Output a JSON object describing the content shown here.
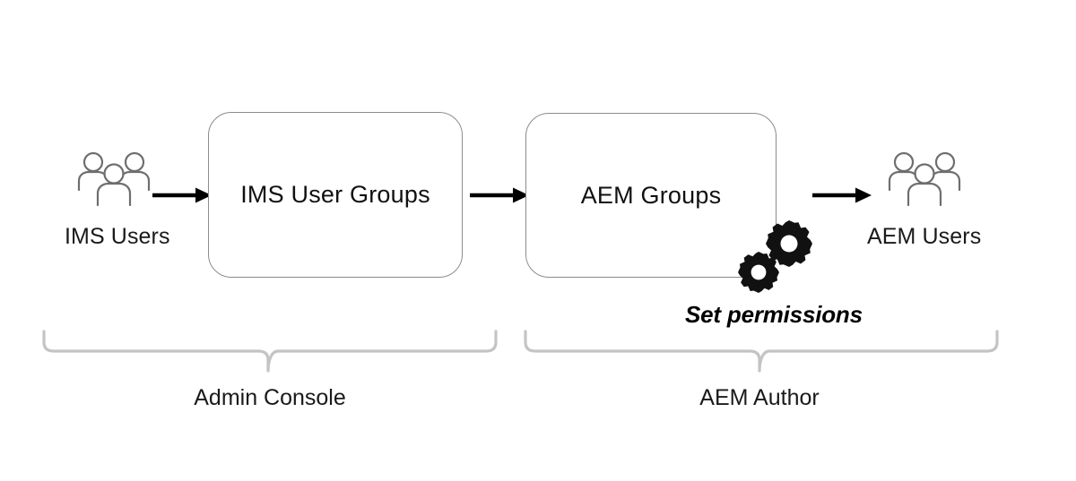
{
  "diagram": {
    "title": "IMS to AEM user group provisioning flow",
    "background_color": "#ffffff",
    "box_border_color": "#8c8c8c",
    "icon_stroke_color": "#6e6e6e",
    "brace_color": "#c4c4c4",
    "arrow_color": "#000000",
    "gear_color": "#111111",
    "text_color": "#1a1a1a"
  },
  "nodes": {
    "ims_users": {
      "icon": "people-group-icon",
      "label": "IMS Users"
    },
    "ims_user_groups": {
      "label": "IMS User Groups"
    },
    "aem_groups": {
      "label": "AEM Groups",
      "overlay_icon": "gears-icon"
    },
    "aem_users": {
      "icon": "people-group-icon",
      "label": "AEM Users"
    }
  },
  "annotations": {
    "set_permissions": "Set permissions"
  },
  "arrows": [
    {
      "name": "arrow-ims-users-to-ims-groups",
      "from": "ims_users",
      "to": "ims_user_groups"
    },
    {
      "name": "arrow-ims-groups-to-aem-groups",
      "from": "ims_user_groups",
      "to": "aem_groups"
    },
    {
      "name": "arrow-aem-groups-to-aem-users",
      "from": "aem_groups",
      "to": "aem_users"
    }
  ],
  "groupings": [
    {
      "name": "admin-console",
      "label": "Admin Console"
    },
    {
      "name": "aem-author",
      "label": "AEM Author"
    }
  ]
}
